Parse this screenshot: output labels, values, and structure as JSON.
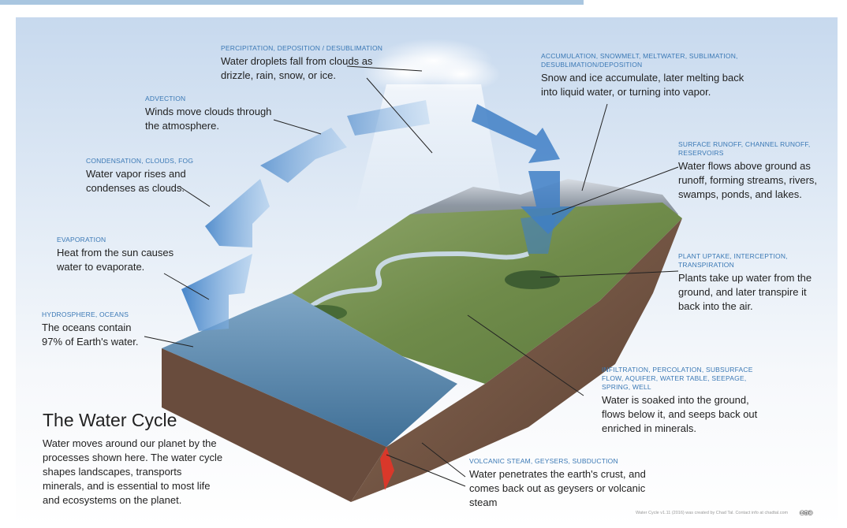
{
  "title": "The Water Cycle",
  "intro": "Water moves around our planet by the processes shown here. The water cycle shapes landscapes, transports minerals, and is essential to most life and ecosystems on the planet.",
  "labels": [
    {
      "id": "precipitation",
      "category": "PERCIPITATION, DEPOSITION / DESUBLIMATION",
      "description": "Water droplets fall from clouds as drizzle, rain, snow, or ice."
    },
    {
      "id": "accumulation",
      "category": "ACCUMULATION, SNOWMELT, MELTWATER, SUBLIMATION, DESUBLIMATION/DEPOSITION",
      "description": "Snow and ice accumulate, later melting back into liquid water, or turning into vapor."
    },
    {
      "id": "advection",
      "category": "ADVECTION",
      "description": "Winds move clouds through the atmosphere."
    },
    {
      "id": "condensation",
      "category": "CONDENSATION, CLOUDS, FOG",
      "description": "Water vapor rises and condenses as clouds."
    },
    {
      "id": "runoff",
      "category": "SURFACE RUNOFF, CHANNEL RUNOFF, RESERVOIRS",
      "description": "Water flows above ground as runoff, forming streams, rivers, swamps, ponds, and lakes."
    },
    {
      "id": "evaporation",
      "category": "EVAPORATION",
      "description": "Heat from the sun causes water to evaporate."
    },
    {
      "id": "plant",
      "category": "PLANT UPTAKE, INTERCEPTION, TRANSPIRATION",
      "description": "Plants take up water from the ground, and later transpire it back into the air."
    },
    {
      "id": "hydrosphere",
      "category": "HYDROSPHERE, OCEANS",
      "description": "The oceans contain 97% of Earth's water."
    },
    {
      "id": "infiltration",
      "category": "INFILTRATION, PERCOLATION, SUBSURFACE FLOW, AQUIFER, WATER TABLE, SEEPAGE, SPRING, WELL",
      "description": "Water is soaked into the ground, flows below it, and seeps back out enriched in minerals."
    },
    {
      "id": "volcanic",
      "category": "VOLCANIC STEAM, GEYSERS, SUBDUCTION",
      "description": "Water penetrates the earth's crust, and comes back out as geysers or volcanic steam"
    }
  ],
  "credit": "Water Cycle v1.11 (2016) was created by Chad Tal. Contact info at chadtal.com",
  "license_icons": "cc-by-sa",
  "colors": {
    "label_blue": "#3a78b5",
    "arrow_blue": "#4b8fd3",
    "sky": "#c7d9ee"
  }
}
